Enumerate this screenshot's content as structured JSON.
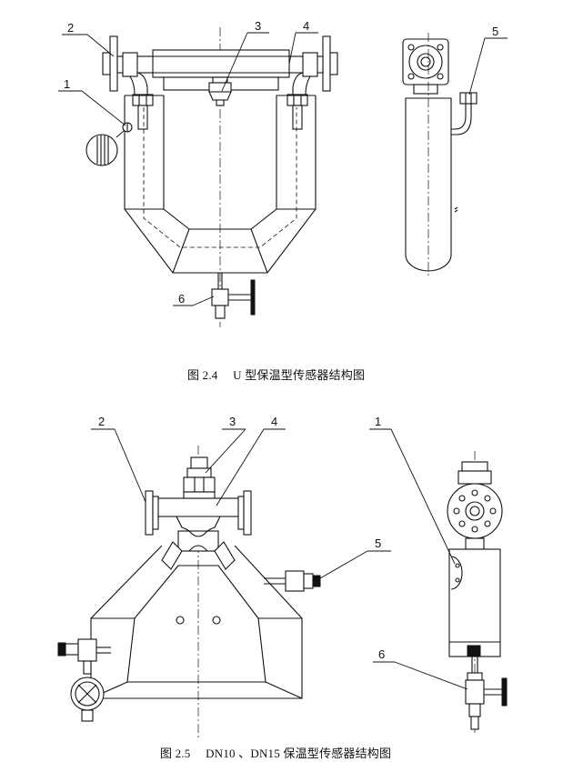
{
  "figures": [
    {
      "caption": "图 2.4　 U 型保温型传感器结构图",
      "callouts": [
        "1",
        "2",
        "3",
        "4",
        "5",
        "6"
      ]
    },
    {
      "caption": "图 2.5　 DN10 、DN15 保温型传感器结构图",
      "callouts": [
        "1",
        "2",
        "3",
        "4",
        "5",
        "6"
      ]
    }
  ]
}
